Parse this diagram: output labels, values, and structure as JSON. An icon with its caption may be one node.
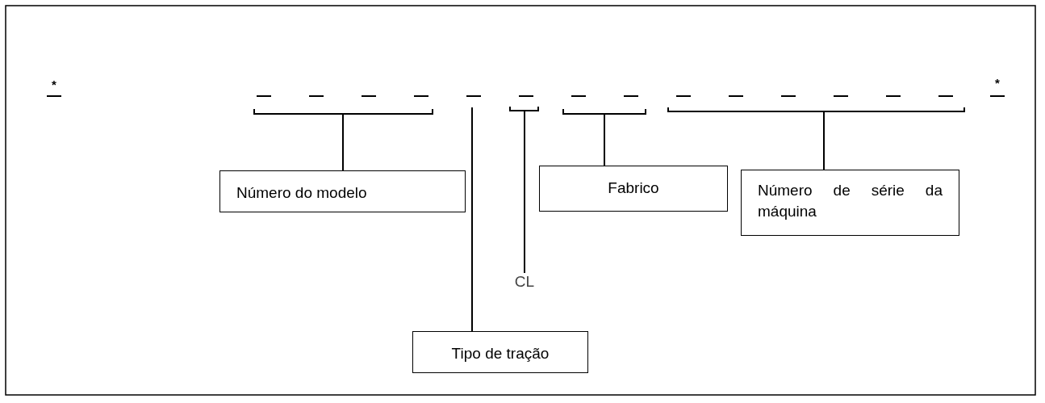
{
  "diagram": {
    "nodes": [
      {
        "text": [
          "Número do modelo"
        ]
      },
      {
        "text": [
          "Tipo de tração"
        ]
      },
      {
        "text": [
          "CL"
        ]
      },
      {
        "text": [
          "Fabrico"
        ]
      },
      {
        "text": [
          "Número de série da máquina"
        ]
      }
    ],
    "edges": [
      {
        "from": 0,
        "to": null,
        "arrow": "none"
      },
      {
        "from": 1,
        "to": null,
        "arrow": "none"
      },
      {
        "from": 2,
        "to": null,
        "arrow": "none"
      },
      {
        "from": 3,
        "to": null,
        "arrow": "none"
      },
      {
        "from": 4,
        "to": null,
        "arrow": "none"
      }
    ],
    "labels": [
      "*",
      "*"
    ]
  }
}
